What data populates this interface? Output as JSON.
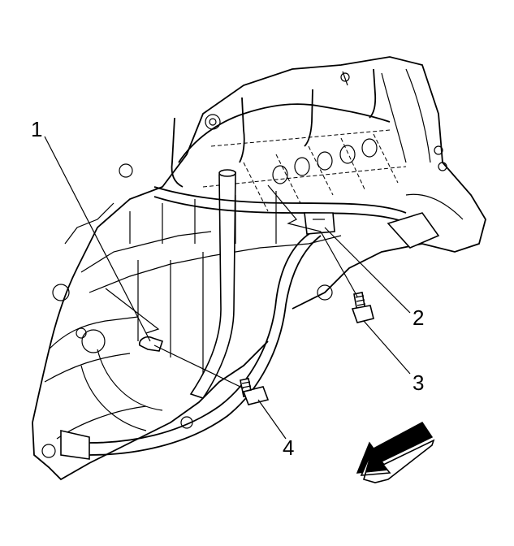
{
  "callouts": {
    "c1": "1",
    "c2": "2",
    "c3": "3",
    "c4": "4"
  },
  "colors": {
    "line": "#000000",
    "background": "#ffffff",
    "arrow_fill": "#000000"
  },
  "icons": {
    "view_direction": "view-direction-arrow-icon"
  }
}
